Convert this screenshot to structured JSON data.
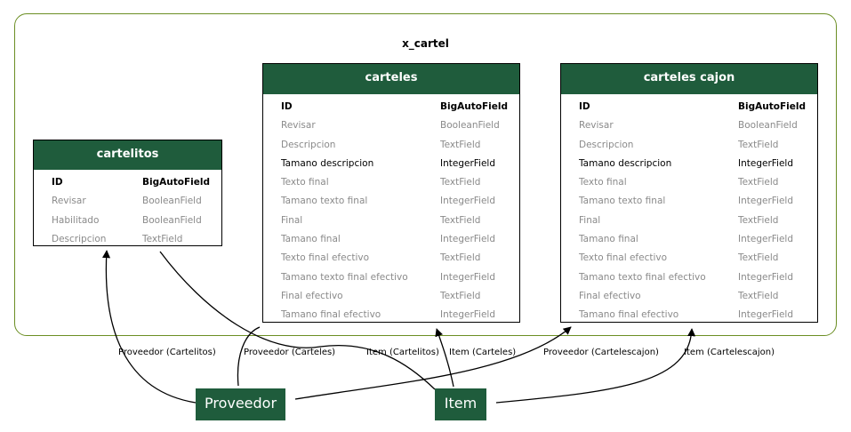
{
  "cluster": {
    "title": "x_cartel"
  },
  "models": {
    "cartelitos": {
      "title": "cartelitos",
      "fields": [
        {
          "name": "ID",
          "type": "BigAutoField",
          "style": "pk"
        },
        {
          "name": "Revisar",
          "type": "BooleanField",
          "style": "opt"
        },
        {
          "name": "Habilitado",
          "type": "BooleanField",
          "style": "opt"
        },
        {
          "name": "Descripcion",
          "type": "TextField",
          "style": "opt"
        }
      ]
    },
    "carteles": {
      "title": "carteles",
      "fields": [
        {
          "name": "ID",
          "type": "BigAutoField",
          "style": "pk"
        },
        {
          "name": "Revisar",
          "type": "BooleanField",
          "style": "opt"
        },
        {
          "name": "Descripcion",
          "type": "TextField",
          "style": "opt"
        },
        {
          "name": "Tamano descripcion",
          "type": "IntegerField",
          "style": "req"
        },
        {
          "name": "Texto final",
          "type": "TextField",
          "style": "opt"
        },
        {
          "name": "Tamano texto final",
          "type": "IntegerField",
          "style": "opt"
        },
        {
          "name": "Final",
          "type": "TextField",
          "style": "opt"
        },
        {
          "name": "Tamano final",
          "type": "IntegerField",
          "style": "opt"
        },
        {
          "name": "Texto final efectivo",
          "type": "TextField",
          "style": "opt"
        },
        {
          "name": "Tamano texto final efectivo",
          "type": "IntegerField",
          "style": "opt"
        },
        {
          "name": "Final efectivo",
          "type": "TextField",
          "style": "opt"
        },
        {
          "name": "Tamano final efectivo",
          "type": "IntegerField",
          "style": "opt"
        }
      ]
    },
    "carteles_cajon": {
      "title": "carteles cajon",
      "fields": [
        {
          "name": "ID",
          "type": "BigAutoField",
          "style": "pk"
        },
        {
          "name": "Revisar",
          "type": "BooleanField",
          "style": "opt"
        },
        {
          "name": "Descripcion",
          "type": "TextField",
          "style": "opt"
        },
        {
          "name": "Tamano descripcion",
          "type": "IntegerField",
          "style": "req"
        },
        {
          "name": "Texto final",
          "type": "TextField",
          "style": "opt"
        },
        {
          "name": "Tamano texto final",
          "type": "IntegerField",
          "style": "opt"
        },
        {
          "name": "Final",
          "type": "TextField",
          "style": "opt"
        },
        {
          "name": "Tamano final",
          "type": "IntegerField",
          "style": "opt"
        },
        {
          "name": "Texto final efectivo",
          "type": "TextField",
          "style": "opt"
        },
        {
          "name": "Tamano texto final efectivo",
          "type": "IntegerField",
          "style": "opt"
        },
        {
          "name": "Final efectivo",
          "type": "TextField",
          "style": "opt"
        },
        {
          "name": "Tamano final efectivo",
          "type": "IntegerField",
          "style": "opt"
        }
      ]
    }
  },
  "external": {
    "proveedor": "Proveedor",
    "item": "Item"
  },
  "edges": {
    "proveedor_cartelitos": "Proveedor (Cartelitos)",
    "proveedor_carteles": "Proveedor (Carteles)",
    "item_cartelitos": "Item (Cartelitos)",
    "item_carteles": "Item (Carteles)",
    "proveedor_cartelescajon": "Proveedor (Cartelescajon)",
    "item_cartelescajon": "Item (Cartelescajon)"
  },
  "colors": {
    "header": "#1f5c3c",
    "cluster_border": "#6b8e23",
    "field_optional": "#8a8a8a",
    "field_required": "#000000"
  }
}
